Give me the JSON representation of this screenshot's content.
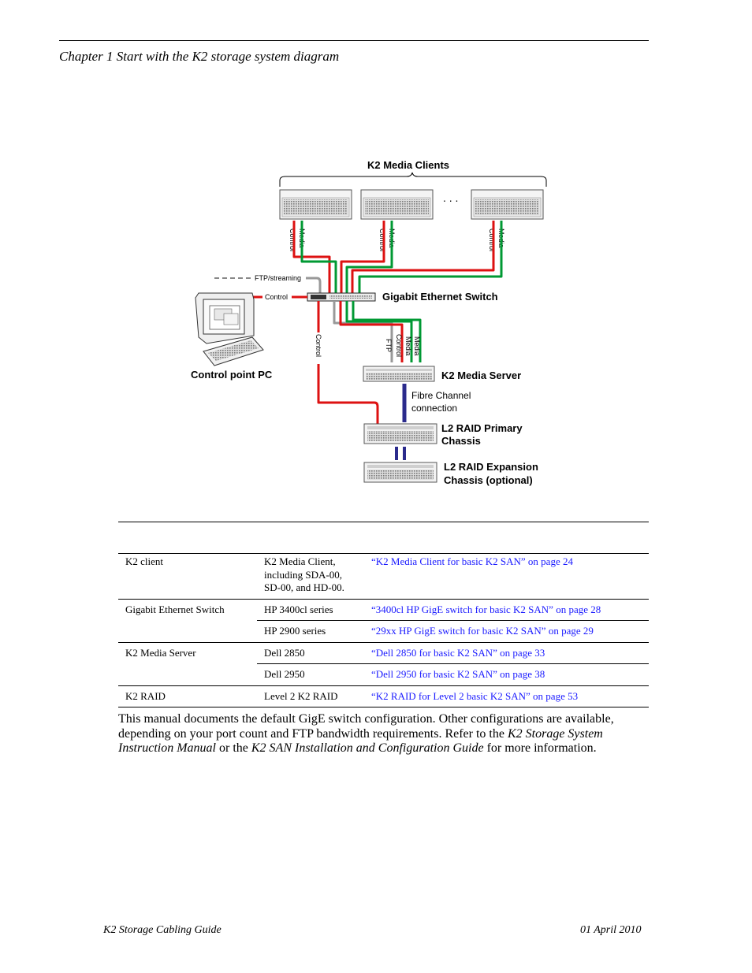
{
  "header": {
    "chapter_title": "Chapter 1   Start with the K2 storage system diagram"
  },
  "diagram": {
    "clients_label": "K2 Media Clients",
    "ellipsis": ". . .",
    "media_label": "Media",
    "control_label": "Control",
    "ftp_streaming_label": "FTP/streaming",
    "control_pc_link_label": "Control",
    "switch_label": "Gigabit Ethernet Switch",
    "control_point_label": "Control point PC",
    "vertical_control_label": "Control",
    "ftp_label": "FTP",
    "server_media1_label": "Media",
    "server_media2_label": "Media",
    "server_control_label": "Control",
    "server_label": "K2 Media Server",
    "fibre_line1": "Fibre Channel",
    "fibre_line2": "connection",
    "raid_primary_line1": "L2 RAID Primary",
    "raid_primary_line2": "Chassis",
    "raid_expansion_line1": "L2 RAID Expansion",
    "raid_expansion_line2": "Chassis (optional)",
    "colors": {
      "media": "#009933",
      "control": "#dd1111",
      "ftp": "#999999",
      "fibre": "#2b2b8c"
    }
  },
  "table": {
    "rows": [
      {
        "component": "K2 client",
        "model": "K2 Media Client, including SDA-00, SD-00, and HD-00.",
        "link": "“K2 Media Client for basic K2 SAN” on page 24"
      },
      {
        "component": "Gigabit Ethernet Switch",
        "model": "HP 3400cl series",
        "link": "“3400cl HP GigE switch for basic K2 SAN” on page 28"
      },
      {
        "component": "",
        "model": "HP 2900 series",
        "link": "“29xx HP GigE switch for basic K2 SAN” on page 29"
      },
      {
        "component": "K2 Media Server",
        "model": "Dell 2850",
        "link": "“Dell 2850 for basic K2 SAN” on page 33"
      },
      {
        "component": "",
        "model": "Dell 2950",
        "link": "“Dell 2950 for basic K2 SAN” on page 38"
      },
      {
        "component": "K2 RAID",
        "model": "Level 2 K2 RAID",
        "link": "“K2 RAID for Level 2 basic K2 SAN” on page 53"
      }
    ]
  },
  "body": {
    "p1": "This manual documents the default GigE switch configuration. Other configurations are available, depending on your port count and FTP bandwidth requirements. Refer to the ",
    "p_em1": "K2 Storage System Instruction Manual",
    "p2": " or the ",
    "p_em2": "K2 SAN Installation and Configuration Guide",
    "p3": " for more information."
  },
  "footer": {
    "left": "K2 Storage Cabling Guide",
    "right": "01 April 2010"
  }
}
